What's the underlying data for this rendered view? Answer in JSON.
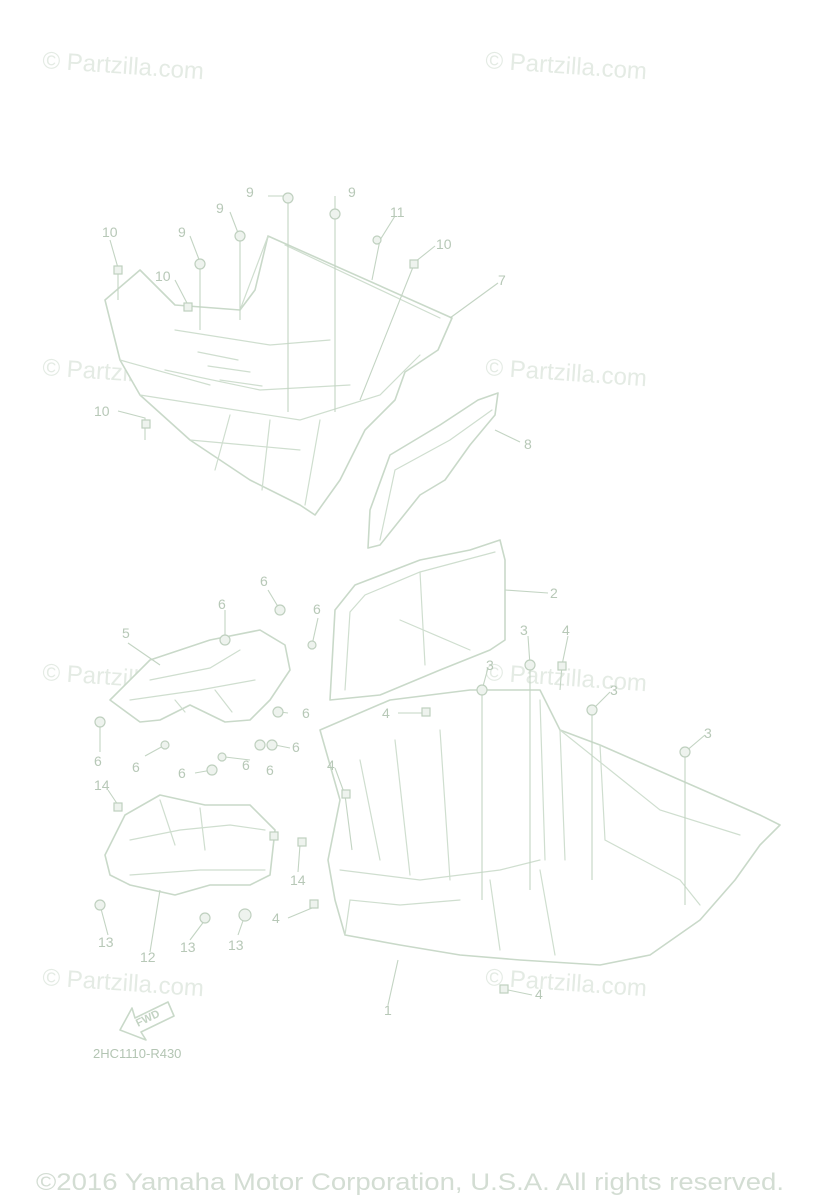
{
  "watermark": "© Partzilla.com",
  "diagram_code": "2HC1110-R430",
  "copyright": "©2016 Yamaha Motor Corporation, U.S.A. All rights reserved.",
  "fwd_label": "FWD",
  "callouts": [
    "1",
    "2",
    "3",
    "4",
    "5",
    "6",
    "7",
    "8",
    "9",
    "10",
    "11",
    "12",
    "13",
    "14"
  ]
}
